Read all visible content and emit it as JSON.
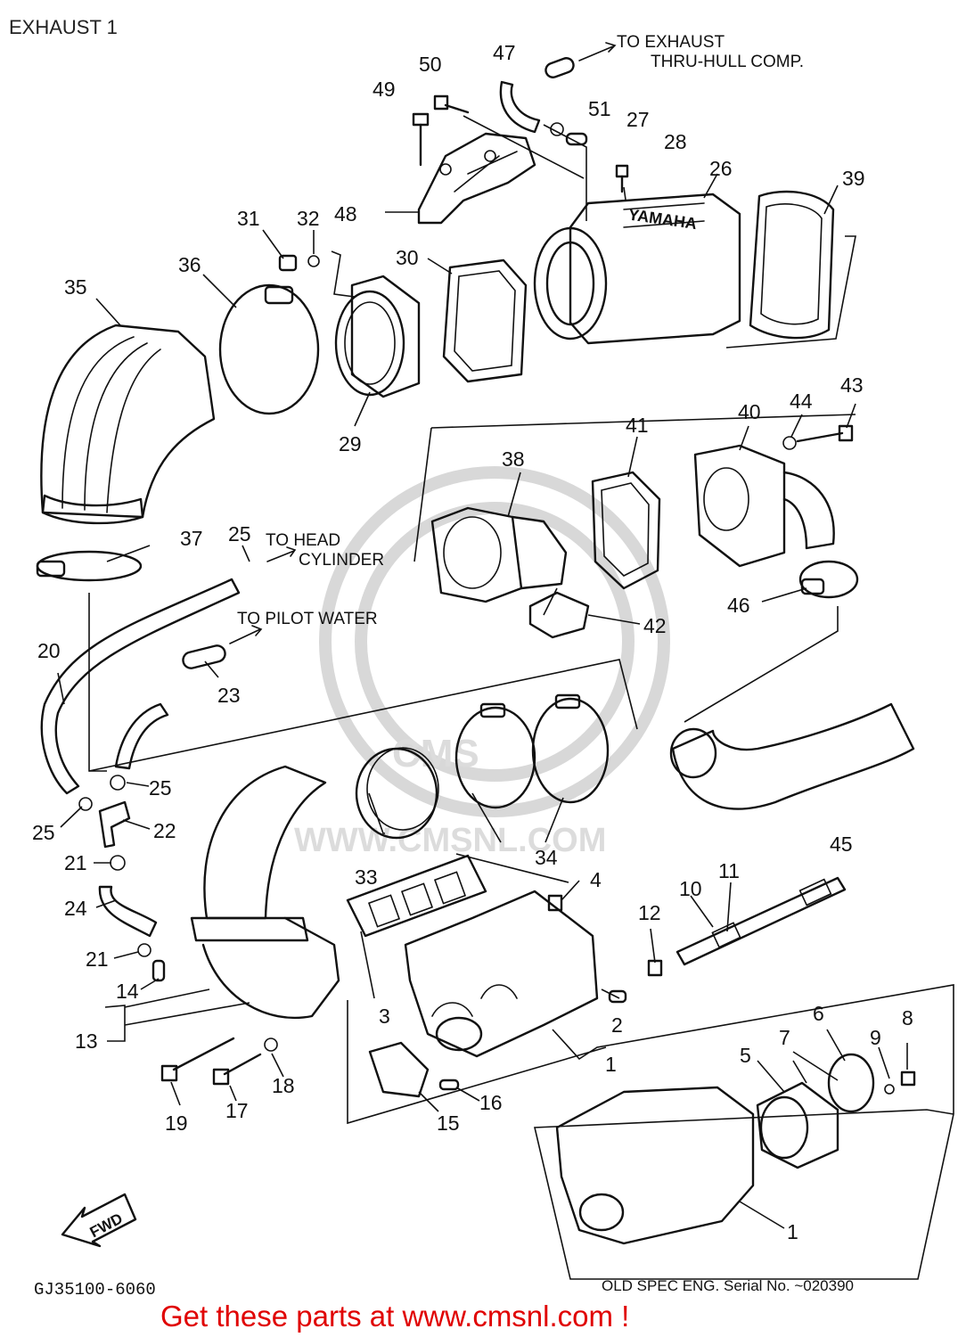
{
  "header": {
    "title": "EXHAUST 1"
  },
  "notes": {
    "to_exhaust_1": "TO EXHAUST",
    "to_exhaust_2": "THRU-HULL COMP.",
    "to_head_1": "TO HEAD",
    "to_head_2": "CYLINDER",
    "to_pilot": "TO PILOT WATER"
  },
  "footer": {
    "drawing_code": "GJ35100-6060",
    "old_spec": "OLD SPEC ENG. Serial No. ~020390",
    "fwd_label": "FWD",
    "promo": "Get these parts at www.cmsnl.com !"
  },
  "watermark": {
    "site": "WWW.CMSNL.COM",
    "logo": "CMS"
  },
  "brand_mark": "YAMAHA",
  "callouts": {
    "c1a": "1",
    "c1b": "1",
    "c2": "2",
    "c3": "3",
    "c4": "4",
    "c5": "5",
    "c6": "6",
    "c7": "7",
    "c8": "8",
    "c9": "9",
    "c10": "10",
    "c11": "11",
    "c12": "12",
    "c13": "13",
    "c14": "14",
    "c15": "15",
    "c16": "16",
    "c17": "17",
    "c18": "18",
    "c19": "19",
    "c20": "20",
    "c21a": "21",
    "c21b": "21",
    "c22": "22",
    "c23": "23",
    "c24": "24",
    "c25a": "25",
    "c25b": "25",
    "c25c": "25",
    "c26": "26",
    "c27": "27",
    "c28": "28",
    "c29": "29",
    "c30": "30",
    "c31": "31",
    "c32": "32",
    "c33": "33",
    "c34": "34",
    "c35": "35",
    "c36": "36",
    "c37": "37",
    "c38": "38",
    "c39": "39",
    "c40": "40",
    "c41": "41",
    "c42": "42",
    "c43": "43",
    "c44": "44",
    "c45": "45",
    "c46": "46",
    "c47": "47",
    "c48": "48",
    "c49": "49",
    "c50": "50",
    "c51": "51"
  }
}
